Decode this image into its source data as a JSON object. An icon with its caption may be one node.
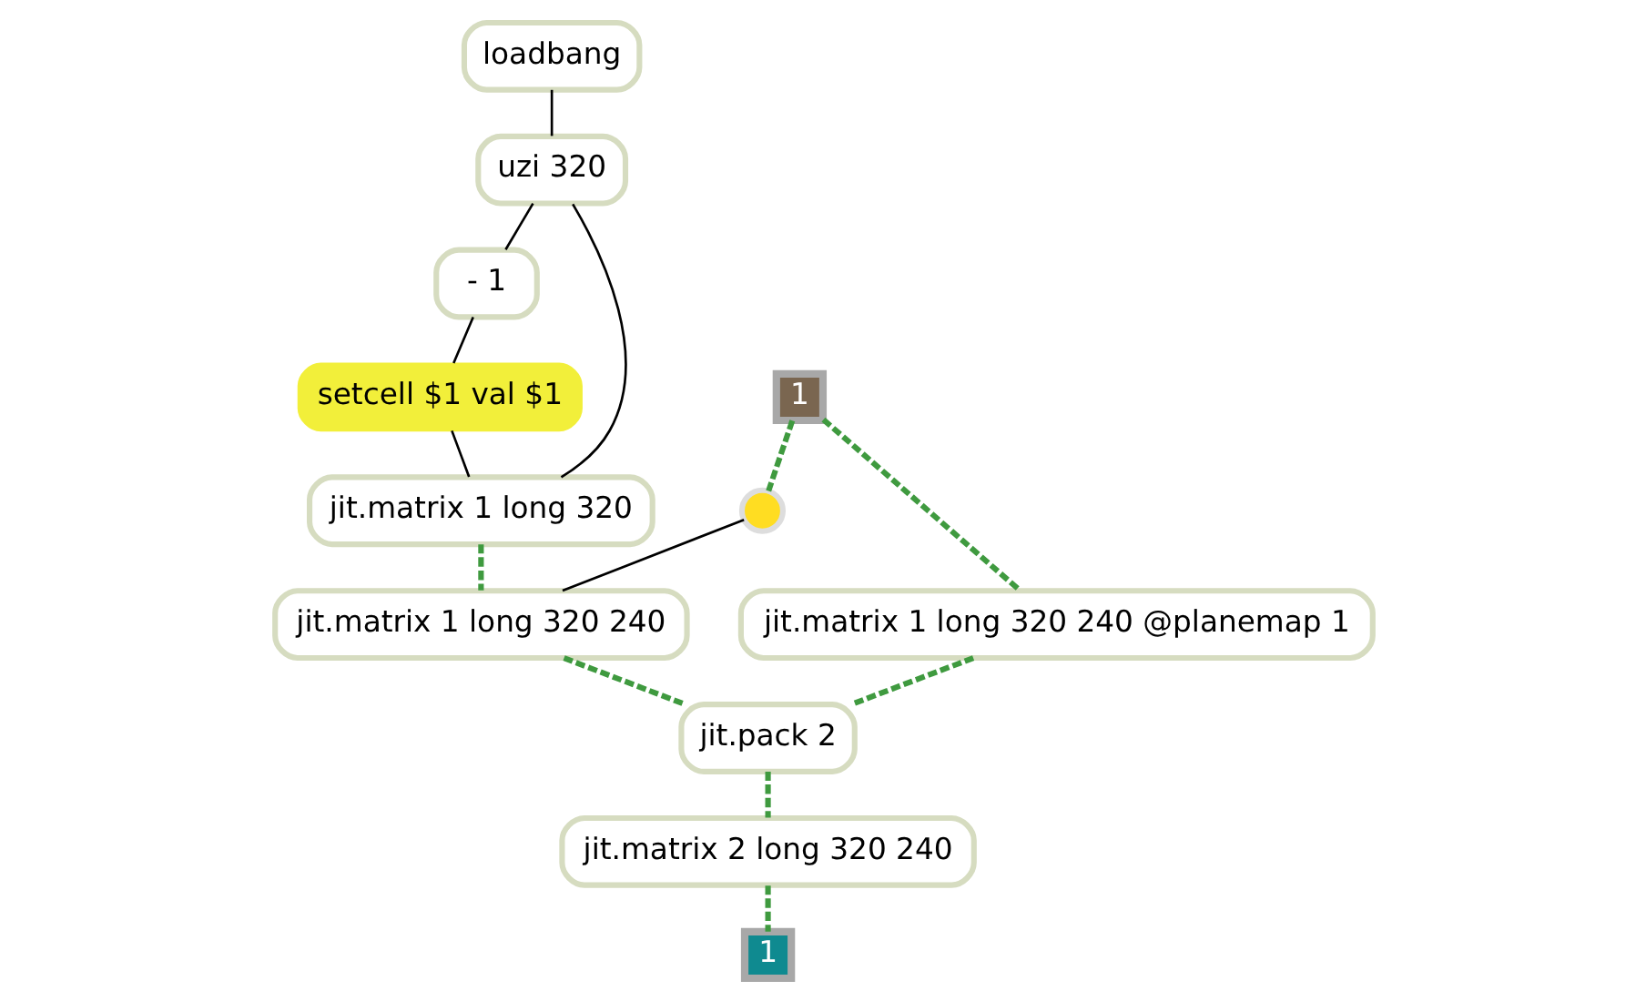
{
  "diagram": {
    "nodes": [
      {
        "text": [
          "loadbang"
        ]
      },
      {
        "text": [
          "uzi 320"
        ]
      },
      {
        "text": [
          "- 1"
        ]
      },
      {
        "text": [
          "setcell $1 val $1"
        ]
      },
      {
        "text": [
          "1"
        ]
      },
      {
        "text": [
          "jit.matrix 1 long 320"
        ]
      },
      {
        "text": [],
        "shape": "circle"
      },
      {
        "text": [
          "jit.matrix 1 long 320 240"
        ]
      },
      {
        "text": [
          "jit.matrix 1 long 320 240 @planemap 1"
        ]
      },
      {
        "text": [
          "jit.pack 2"
        ]
      },
      {
        "text": [
          "jit.matrix 2 long 320 240"
        ]
      },
      {
        "text": [
          "1"
        ]
      }
    ],
    "edges": [
      {
        "from": 0,
        "to": 1,
        "arrow": "none",
        "color": "#000000"
      },
      {
        "from": 1,
        "to": 5,
        "arrow": "none",
        "color": "#000000"
      },
      {
        "from": 1,
        "to": 2,
        "arrow": "none",
        "color": "#000000"
      },
      {
        "from": 2,
        "to": 3,
        "arrow": "none",
        "color": "#000000"
      },
      {
        "from": 3,
        "to": 5,
        "arrow": "none",
        "color": "#000000"
      },
      {
        "from": 4,
        "to": 6,
        "arrow": "none",
        "style": "dashed"
      },
      {
        "from": 4,
        "to": 8,
        "arrow": "none",
        "style": "dashed"
      },
      {
        "from": 5,
        "to": 7,
        "arrow": "none",
        "style": "dashed"
      },
      {
        "from": 6,
        "to": 7,
        "arrow": "none",
        "color": "#000000"
      },
      {
        "from": 7,
        "to": 9,
        "arrow": "none",
        "style": "dashed"
      },
      {
        "from": 8,
        "to": 9,
        "arrow": "none",
        "style": "dashed"
      },
      {
        "from": 9,
        "to": 10,
        "arrow": "none",
        "style": "dashed"
      },
      {
        "from": 10,
        "to": 11,
        "arrow": "none",
        "style": "dashed"
      }
    ]
  }
}
